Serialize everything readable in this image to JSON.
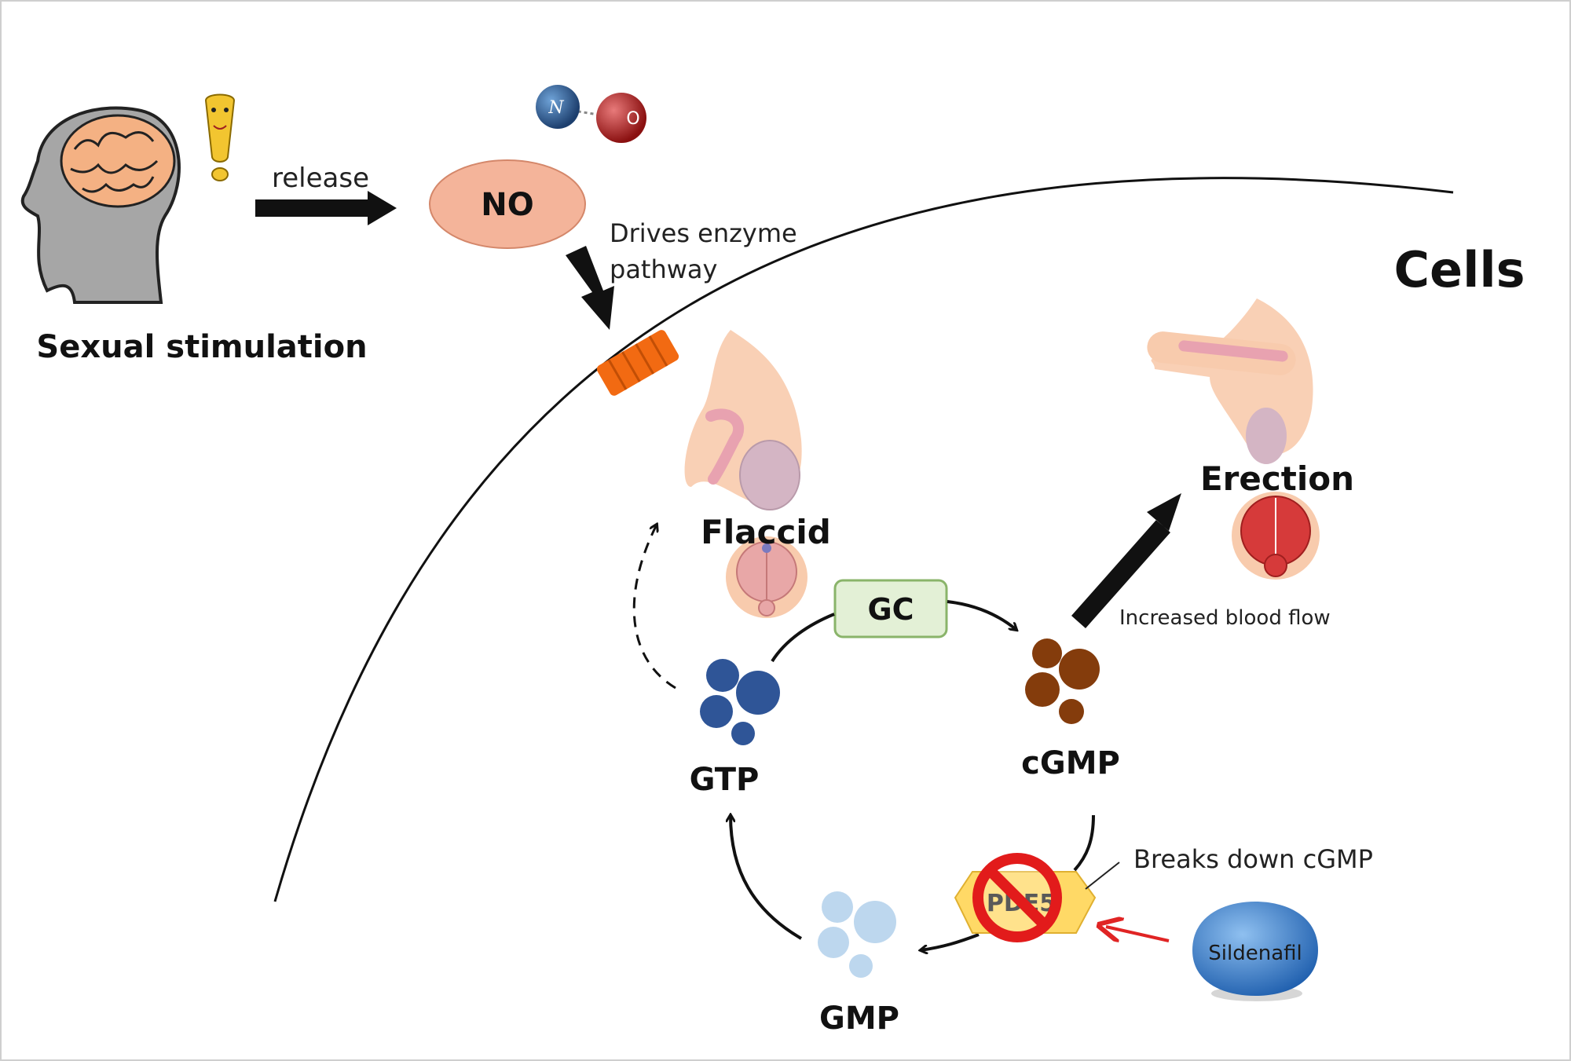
{
  "labels": {
    "release": "release",
    "no": "NO",
    "drives_line1": "Drives enzyme",
    "drives_line2": "pathway",
    "cells": "Cells",
    "sexual_stimulation": "Sexual stimulation",
    "flaccid": "Flaccid",
    "erection": "Erection",
    "gc": "GC",
    "cgmp": "cGMP",
    "gtp": "GTP",
    "gmp": "GMP",
    "increased_blood_flow": "Increased blood flow",
    "breaks_down": "Breaks down cGMP",
    "sildenafil": "Sildenafil",
    "pde5": "PDE5",
    "molecule_n": "N",
    "molecule_o": "O"
  },
  "colors": {
    "no_ellipse": "#f4b49a",
    "gc_box": "#e3f0d6",
    "gc_border": "#8ab46a",
    "gtp": "#2f5597",
    "cgmp": "#843c0c",
    "gmp": "#bdd7ee",
    "receptor": "#f26a12",
    "inhibit": "#e21b1b",
    "pde5_hex": "#ffd966",
    "sildenafil": "#3a7fd0",
    "arrow_red": "#e02424",
    "brain": "#f4b183",
    "head": "#a6a6a6",
    "tissue": "#f8cbad"
  },
  "icons": {
    "head": "head-with-brain-icon",
    "exclamation": "exclamation-figure-icon",
    "molecule": "nitric-oxide-molecule-icon",
    "receptor": "receptor-icon",
    "flaccid_anatomy": "flaccid-anatomy-icon",
    "erect_anatomy": "erect-anatomy-icon",
    "no_symbol": "prohibition-icon",
    "pill": "pill-icon"
  }
}
